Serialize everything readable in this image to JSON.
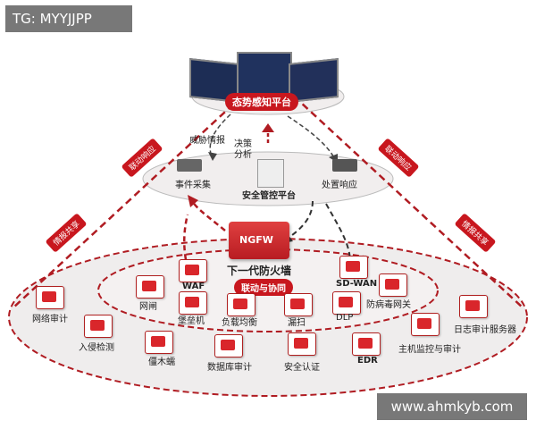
{
  "watermarks": {
    "top": "TG: MYYJJPP",
    "bottom": "www.ahmkyb.com"
  },
  "top_platform": {
    "title": "态势感知平台"
  },
  "arrows": {
    "threat_intel": "威胁情报",
    "decision_line1": "决策",
    "decision_line2": "分析"
  },
  "middle_platform": {
    "title": "安全管控平台",
    "event_collect": "事件采集",
    "response": "处置响应"
  },
  "ngfw": {
    "logo": "NGFW",
    "title": "下一代防火墙",
    "linkage": "联动与协同"
  },
  "side_tags": {
    "left_upper": "联动响应",
    "left_lower": "情报共享",
    "right_upper": "联动响应",
    "right_lower": "情报共享"
  },
  "inner_nodes": [
    "网闸",
    "WAF",
    "堡垒机",
    "负载均衡",
    "漏扫",
    "SD-WAN",
    "DLP",
    "防病毒网关"
  ],
  "outer_nodes": [
    "网络审计",
    "入侵检测",
    "僵木蠕",
    "数据库审计",
    "安全认证",
    "EDR",
    "主机监控与审计",
    "日志审计服务器"
  ],
  "colors": {
    "accent": "#c8171e",
    "dash": "#b01c22"
  }
}
